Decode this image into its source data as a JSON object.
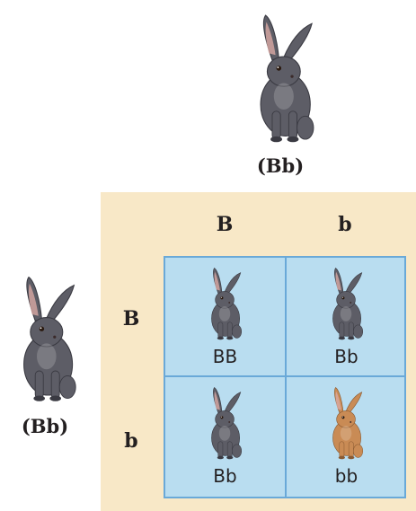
{
  "top_parent": {
    "genotype": "(Bb)",
    "rabbit_color": "gray"
  },
  "left_parent": {
    "genotype": "(Bb)",
    "rabbit_color": "gray"
  },
  "punnett": {
    "column_alleles": [
      "B",
      "b"
    ],
    "row_alleles": [
      "B",
      "b"
    ],
    "cells": [
      {
        "genotype": "BB",
        "rabbit_color": "gray"
      },
      {
        "genotype": "Bb",
        "rabbit_color": "gray"
      },
      {
        "genotype": "Bb",
        "rabbit_color": "gray"
      },
      {
        "genotype": "bb",
        "rabbit_color": "brown"
      }
    ]
  },
  "colors": {
    "panel": "#f8e8c7",
    "grid_fill": "#b9ddf0",
    "grid_line": "#6aa9d8",
    "gray_rabbit": "#5d5d66",
    "brown_rabbit": "#c98b55"
  }
}
